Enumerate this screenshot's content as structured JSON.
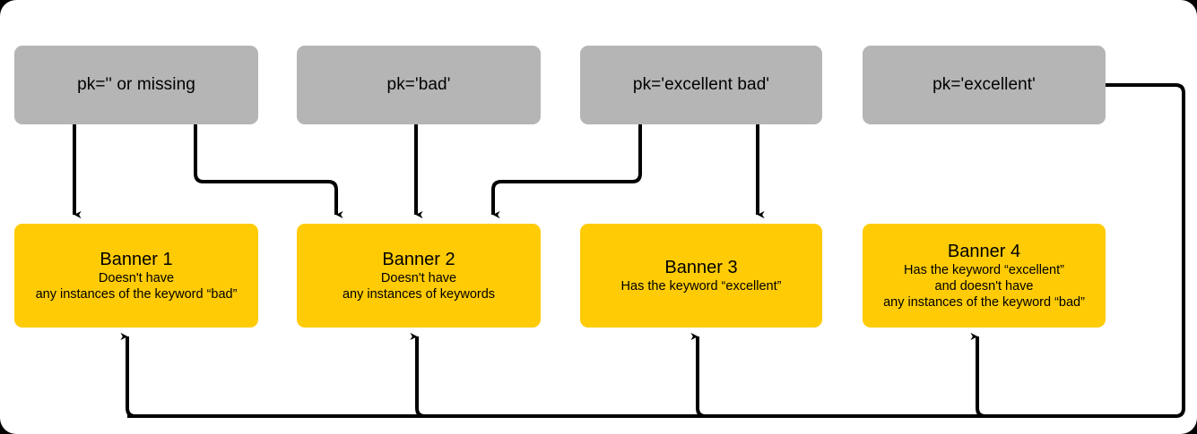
{
  "diagram": {
    "type": "flowchart",
    "title_visible": false,
    "colors": {
      "condition_fill": "#b5b5b5",
      "banner_fill": "#ffcb05",
      "arrow": "#000000",
      "text": "#000000",
      "canvas": "#ffffff",
      "page_background": "#000000"
    },
    "conditions": [
      {
        "id": "cond1",
        "label": "pk=''  or missing"
      },
      {
        "id": "cond2",
        "label": "pk='bad'"
      },
      {
        "id": "cond3",
        "label": "pk='excellent bad'"
      },
      {
        "id": "cond4",
        "label": "pk='excellent'"
      }
    ],
    "banners": [
      {
        "id": "banner1",
        "title": "Banner 1",
        "lines": [
          "Doesn't have",
          "any instances of the keyword “bad”"
        ]
      },
      {
        "id": "banner2",
        "title": "Banner 2",
        "lines": [
          "Doesn't have",
          "any instances of keywords"
        ]
      },
      {
        "id": "banner3",
        "title": "Banner 3",
        "lines": [
          "Has the keyword “excellent”"
        ]
      },
      {
        "id": "banner4",
        "title": "Banner 4",
        "lines": [
          "Has the keyword “excellent”",
          "and doesn't have",
          "any instances of the keyword “bad”"
        ]
      }
    ],
    "edges": [
      {
        "from": "cond1",
        "to": "banner1",
        "style": "straight-down"
      },
      {
        "from": "cond1",
        "to": "banner2",
        "style": "elbow-right-down"
      },
      {
        "from": "cond2",
        "to": "banner2",
        "style": "straight-down"
      },
      {
        "from": "cond3",
        "to": "banner2",
        "style": "elbow-left-down"
      },
      {
        "from": "cond3",
        "to": "banner3",
        "style": "straight-down"
      },
      {
        "from": "cond4",
        "to": "banner1",
        "style": "right-around-bottom-up"
      },
      {
        "from": "cond4",
        "to": "banner2",
        "style": "right-around-bottom-up"
      },
      {
        "from": "cond4",
        "to": "banner3",
        "style": "right-around-bottom-up"
      },
      {
        "from": "cond4",
        "to": "banner4",
        "style": "right-around-bottom-up"
      }
    ]
  }
}
